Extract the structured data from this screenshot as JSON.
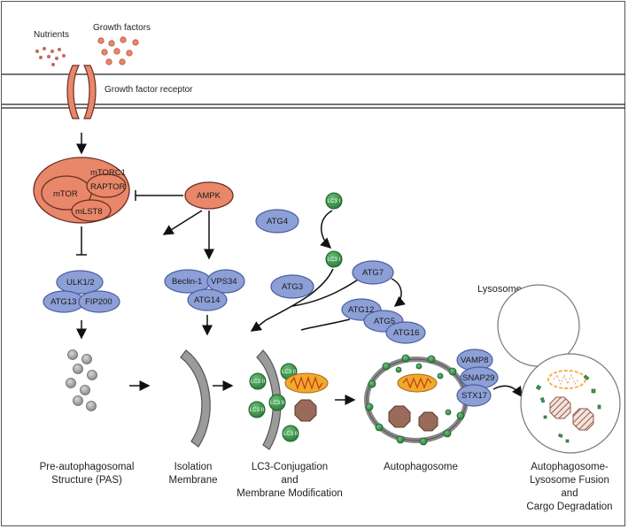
{
  "labels": {
    "nutrients": "Nutrients",
    "growth_factors": "Growth factors",
    "growth_factor_receptor": "Growth factor receptor",
    "mtorc1": "mTORC1",
    "mtor": "mTOR",
    "raptor": "RAPTOR",
    "mlst8": "mLST8",
    "ampk": "AMPK",
    "ulk12": "ULK1/2",
    "atg13": "ATG13",
    "fip200": "FIP200",
    "beclin1": "Beclin-1",
    "vps34": "VPS34",
    "atg14": "ATG14",
    "atg4": "ATG4",
    "atg3": "ATG3",
    "atg7": "ATG7",
    "atg12": "ATG12",
    "atg5": "ATG5",
    "atg16": "ATG16",
    "lc3_i": "LC3 I",
    "lc3_ii": "LC3 II",
    "lysosome": "Lysosome",
    "vamp8": "VAMP8",
    "snap29": "SNAP29",
    "stx17": "STX17"
  },
  "captions": {
    "pas_1": "Pre-autophagosomal",
    "pas_2": "Structure (PAS)",
    "iso_1": "Isolation",
    "iso_2": "Membrane",
    "lc3_1": "LC3-Conjugation",
    "lc3_2": "and",
    "lc3_3": "Membrane Modification",
    "auto_1": "Autophagosome",
    "fus_1": "Autophagosome-",
    "fus_2": "Lysosome Fusion",
    "fus_3": "and",
    "fus_4": "Cargo Degradation"
  },
  "colors": {
    "salmon": "#e9876a",
    "salmon_dark": "#b9523a",
    "blue": "#8c9fd6",
    "blue_dark": "#4d5f9f",
    "green": "#3f9a4e",
    "green_dark": "#1d5e29",
    "gray": "#9b9b9b",
    "octagon": "#9a6b5b",
    "mito": "#f0a92a"
  }
}
